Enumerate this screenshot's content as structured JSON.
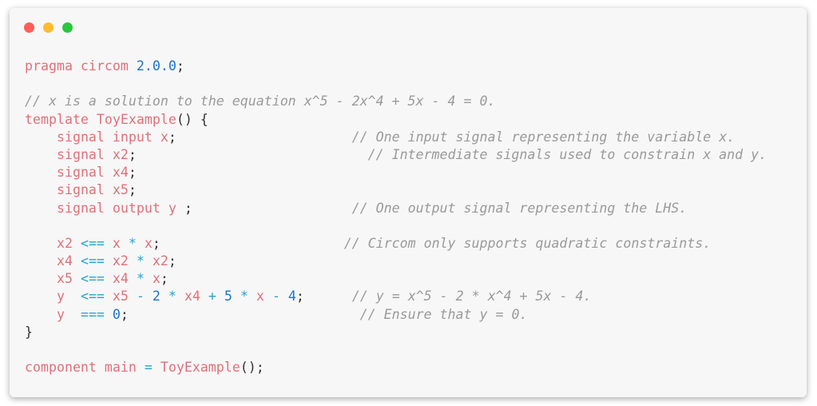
{
  "window_controls": {
    "close_color": "#ff5f57",
    "minimize_color": "#febc2e",
    "zoom_color": "#28c840"
  },
  "lines": [
    {
      "tokens": [
        [
          "kw",
          "pragma circom "
        ],
        [
          "num",
          "2.0.0"
        ],
        [
          "punc",
          ";"
        ]
      ]
    },
    {
      "tokens": []
    },
    {
      "tokens": [
        [
          "cm",
          "// x is a solution to the equation x^5 - 2x^4 + 5x - 4 = 0."
        ]
      ]
    },
    {
      "tokens": [
        [
          "kw",
          "template "
        ],
        [
          "id",
          "ToyExample"
        ],
        [
          "punc",
          "() {"
        ]
      ]
    },
    {
      "tokens": [
        [
          "sp",
          "    "
        ],
        [
          "kw",
          "signal input "
        ],
        [
          "id",
          "x"
        ],
        [
          "punc",
          ";"
        ],
        [
          "sp",
          "                      "
        ],
        [
          "cm",
          "// One input signal representing the variable x."
        ]
      ]
    },
    {
      "tokens": [
        [
          "sp",
          "    "
        ],
        [
          "kw",
          "signal "
        ],
        [
          "id",
          "x2"
        ],
        [
          "punc",
          ";"
        ],
        [
          "sp",
          "                             "
        ],
        [
          "cm",
          "// Intermediate signals used to constrain x and y."
        ]
      ]
    },
    {
      "tokens": [
        [
          "sp",
          "    "
        ],
        [
          "kw",
          "signal "
        ],
        [
          "id",
          "x4"
        ],
        [
          "punc",
          ";"
        ]
      ]
    },
    {
      "tokens": [
        [
          "sp",
          "    "
        ],
        [
          "kw",
          "signal "
        ],
        [
          "id",
          "x5"
        ],
        [
          "punc",
          ";"
        ]
      ]
    },
    {
      "tokens": [
        [
          "sp",
          "    "
        ],
        [
          "kw",
          "signal output "
        ],
        [
          "id",
          "y"
        ],
        [
          "punc",
          " ;"
        ],
        [
          "sp",
          "                    "
        ],
        [
          "cm",
          "// One output signal representing the LHS."
        ]
      ]
    },
    {
      "tokens": []
    },
    {
      "tokens": [
        [
          "sp",
          "    "
        ],
        [
          "id",
          "x2 "
        ],
        [
          "op",
          "<=="
        ],
        [
          "id",
          " x "
        ],
        [
          "op",
          "*"
        ],
        [
          "id",
          " x"
        ],
        [
          "punc",
          ";"
        ],
        [
          "sp",
          "                       "
        ],
        [
          "cm",
          "// Circom only supports quadratic constraints."
        ]
      ]
    },
    {
      "tokens": [
        [
          "sp",
          "    "
        ],
        [
          "id",
          "x4 "
        ],
        [
          "op",
          "<=="
        ],
        [
          "id",
          " x2 "
        ],
        [
          "op",
          "*"
        ],
        [
          "id",
          " x2"
        ],
        [
          "punc",
          ";"
        ]
      ]
    },
    {
      "tokens": [
        [
          "sp",
          "    "
        ],
        [
          "id",
          "x5 "
        ],
        [
          "op",
          "<=="
        ],
        [
          "id",
          " x4 "
        ],
        [
          "op",
          "*"
        ],
        [
          "id",
          " x"
        ],
        [
          "punc",
          ";"
        ]
      ]
    },
    {
      "tokens": [
        [
          "sp",
          "    "
        ],
        [
          "id",
          "y  "
        ],
        [
          "op",
          "<=="
        ],
        [
          "id",
          " x5 "
        ],
        [
          "op",
          "-"
        ],
        [
          "num",
          " 2 "
        ],
        [
          "op",
          "*"
        ],
        [
          "id",
          " x4 "
        ],
        [
          "op",
          "+"
        ],
        [
          "num",
          " 5 "
        ],
        [
          "op",
          "*"
        ],
        [
          "id",
          " x "
        ],
        [
          "op",
          "-"
        ],
        [
          "num",
          " 4"
        ],
        [
          "punc",
          ";"
        ],
        [
          "sp",
          "      "
        ],
        [
          "cm",
          "// y = x^5 - 2 * x^4 + 5x - 4."
        ]
      ]
    },
    {
      "tokens": [
        [
          "sp",
          "    "
        ],
        [
          "id",
          "y  "
        ],
        [
          "op",
          "==="
        ],
        [
          "num",
          " 0"
        ],
        [
          "punc",
          ";"
        ],
        [
          "sp",
          "                             "
        ],
        [
          "cm",
          "// Ensure that y = 0."
        ]
      ]
    },
    {
      "tokens": [
        [
          "punc",
          "}"
        ]
      ]
    },
    {
      "tokens": []
    },
    {
      "tokens": [
        [
          "kw",
          "component main "
        ],
        [
          "op",
          "="
        ],
        [
          "id",
          " ToyExample"
        ],
        [
          "punc",
          "();"
        ]
      ]
    }
  ]
}
